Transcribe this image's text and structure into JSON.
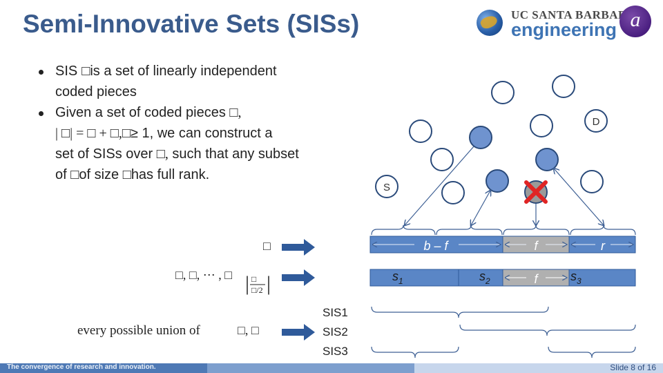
{
  "slide": {
    "title": "Semi-Innovative Sets (SISs)",
    "logo_ucsb_top": "UC SANTA BARBARA",
    "logo_ucsb_bottom": "engineering",
    "logo_alu_glyph": "a",
    "footer_tagline": "The convergence of research and innovation.",
    "slide_number": "Slide 8 of 16"
  },
  "bullets": [
    {
      "line1": "SIS",
      "line1b": "is a set of linearly independent",
      "line2": "coded pieces"
    },
    {
      "line1": "Given a set of coded pieces",
      "line2a": "| ",
      "line2b": "| = ",
      "line2c": " + ",
      "line2d": "≥ 1, we can construct a",
      "line3a": "set of SISs over",
      "line3b": "such that any subset",
      "line4a": "of",
      "line4b": "of size",
      "line4c": "has full rank."
    }
  ],
  "diagram": {
    "node_S_label": "S",
    "node_D_label": "D",
    "bar_top_labels": [
      "b – f",
      "f",
      "r"
    ],
    "bar_bottom_labels": [
      "s",
      "s",
      "s"
    ],
    "bar_bottom_subs": [
      "1",
      "2",
      "3"
    ],
    "bar_bottom_overlap_label": "f",
    "sis_labels": [
      "SIS1",
      "SIS2",
      "SIS3"
    ],
    "left_math_3": "every possible union of",
    "colors": {
      "node_fill": "#6f93cf",
      "bar_fill": "#5a86c6",
      "bar_gray": "#b0b0b0",
      "arrow": "#3d5f94",
      "cross": "#e02424"
    }
  }
}
